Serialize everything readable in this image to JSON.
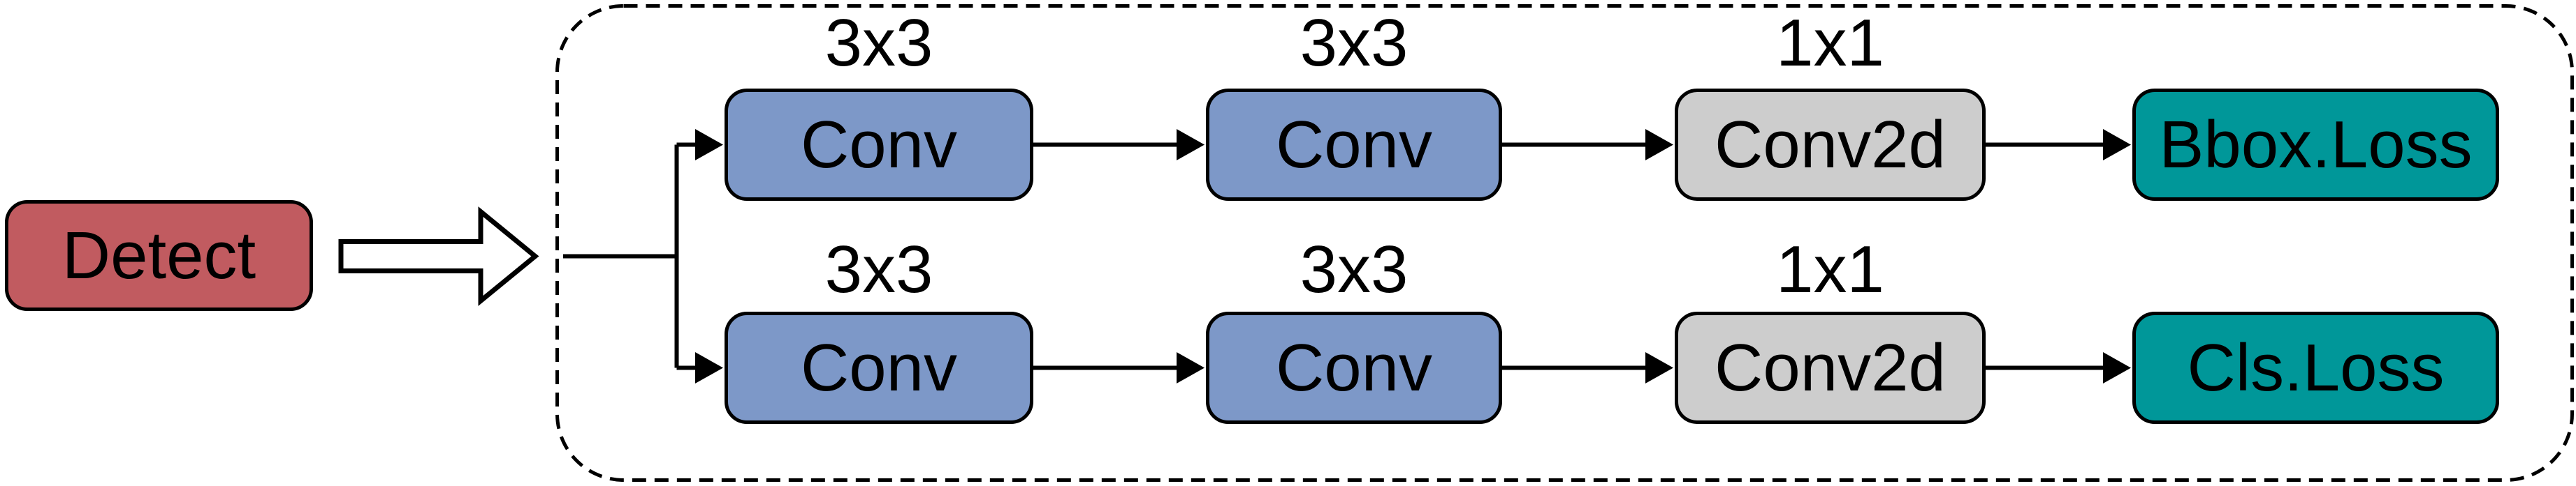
{
  "diagram": {
    "type": "flow-diagram",
    "input_node": {
      "label": "Detect"
    },
    "branches": [
      {
        "id": "bbox-branch",
        "nodes": [
          {
            "label": "Conv",
            "kernel": "3x3"
          },
          {
            "label": "Conv",
            "kernel": "3x3"
          },
          {
            "label": "Conv2d",
            "kernel": "1x1"
          },
          {
            "label": "Bbox.Loss",
            "kernel": ""
          }
        ]
      },
      {
        "id": "cls-branch",
        "nodes": [
          {
            "label": "Conv",
            "kernel": "3x3"
          },
          {
            "label": "Conv",
            "kernel": "3x3"
          },
          {
            "label": "Conv2d",
            "kernel": "1x1"
          },
          {
            "label": "Cls.Loss",
            "kernel": ""
          }
        ]
      }
    ],
    "colors": {
      "input_fill": "#C15B60",
      "conv_fill": "#7D98C8",
      "conv2d_fill": "#CDCDCD",
      "loss_fill": "#009799",
      "stroke": "#000000",
      "background": "#FFFFFF"
    }
  }
}
